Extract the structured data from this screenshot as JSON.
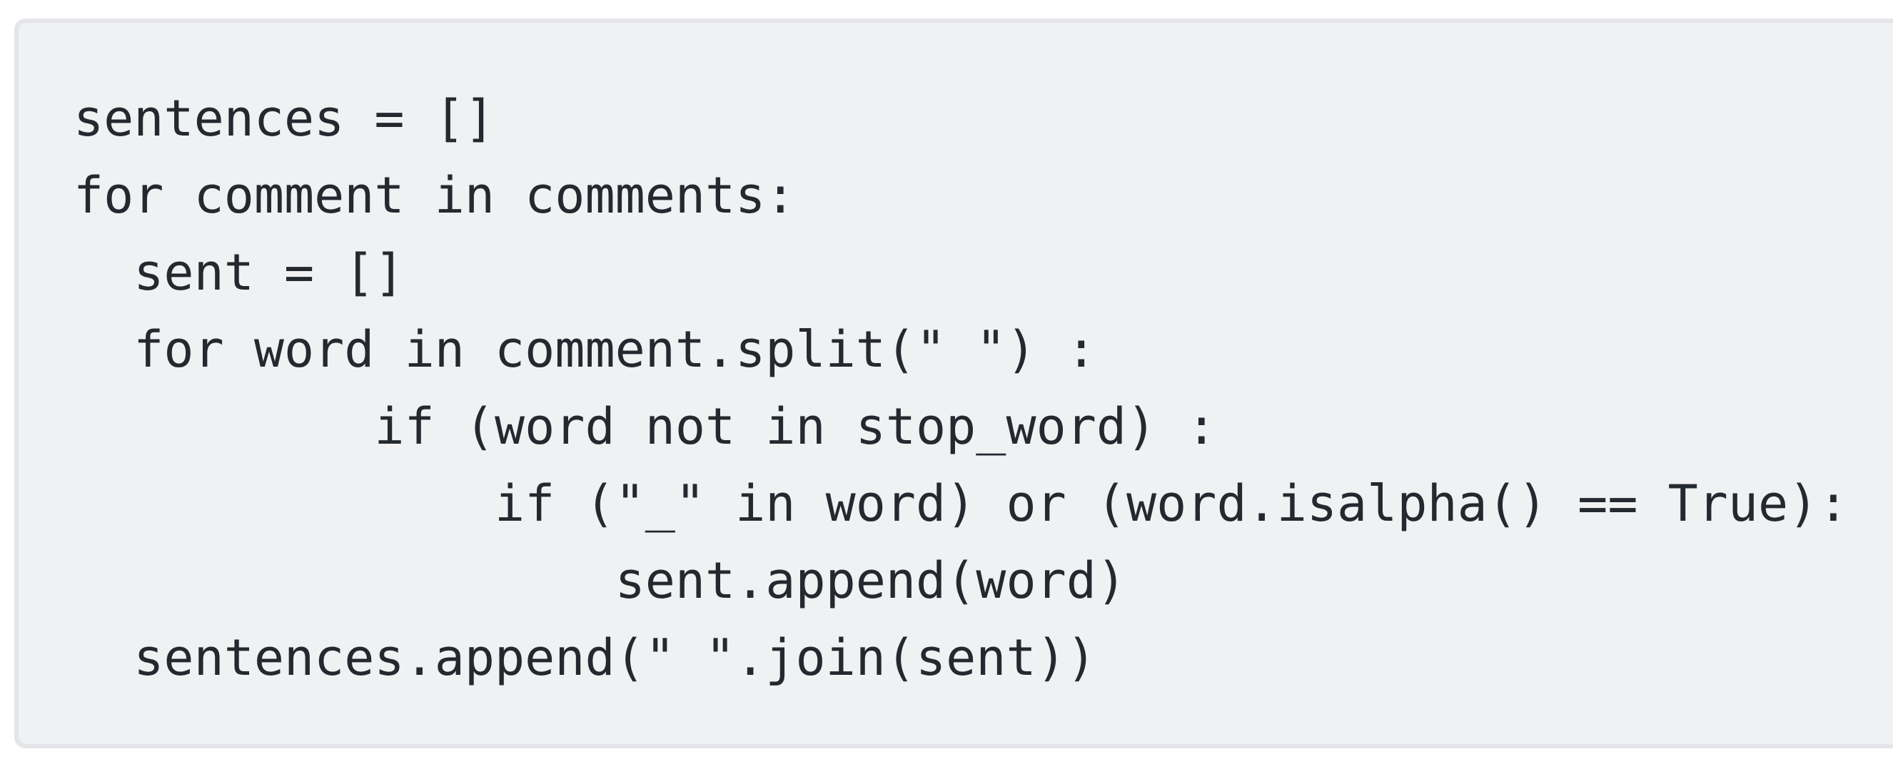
{
  "code_block": {
    "lines": [
      "sentences = []",
      "for comment in comments:",
      "  sent = []",
      "  for word in comment.split(\" \") :",
      "          if (word not in stop_word) :",
      "              if (\"_\" in word) or (word.isalpha() == True):",
      "                  sent.append(word)",
      "  sentences.append(\" \".join(sent))"
    ],
    "colors": {
      "page_background": "#ffffff",
      "block_background": "#eff1f3",
      "block_border": "#e3e5e8",
      "text": "#24292f"
    }
  }
}
